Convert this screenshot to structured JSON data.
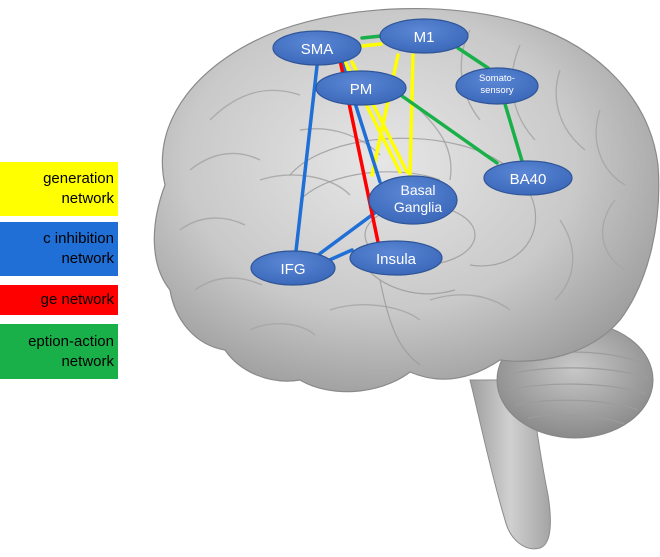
{
  "legend": {
    "generation": {
      "label": "generation\nnetwork",
      "color": "#FFFF00"
    },
    "inhibition": {
      "label": "c inhibition\nnetwork",
      "color": "#1F6FD6"
    },
    "urge": {
      "label": "ge network",
      "color": "#FF0000"
    },
    "perception": {
      "label": "eption-action\nnetwork",
      "color": "#19B04A"
    }
  },
  "nodes": {
    "sma": "SMA",
    "m1": "M1",
    "pm": "PM",
    "somato": "Somato-\nsensory",
    "basal": "Basal\nGanglia",
    "ba40": "BA40",
    "ifg": "IFG",
    "insula": "Insula"
  },
  "colors": {
    "node_fill": "#4472C4",
    "node_stroke": "#2F5597",
    "brain_light": "#D6D6D6",
    "brain_mid": "#B8B8B8",
    "brain_dark": "#8E8E8E"
  }
}
